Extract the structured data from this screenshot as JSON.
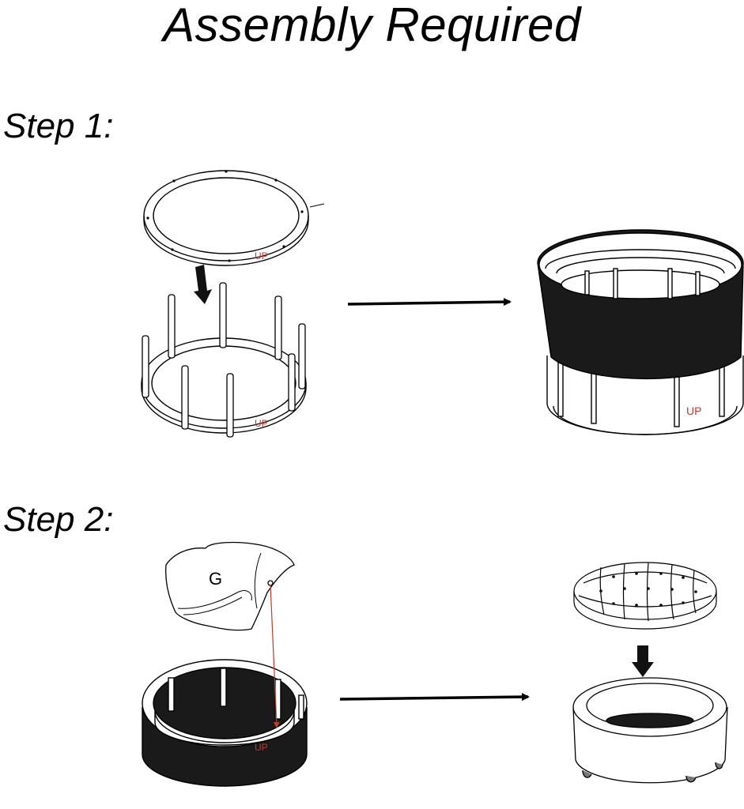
{
  "title": "Assembly Required",
  "steps": [
    {
      "label": "Step 1:"
    },
    {
      "label": "Step 2:"
    }
  ],
  "labels": {
    "up": "UP",
    "part_g": "G"
  },
  "colors": {
    "line": "#000000",
    "fabric": "#1a1a1a",
    "up_mark": "#c0392b",
    "guide_line": "#c0392b"
  }
}
